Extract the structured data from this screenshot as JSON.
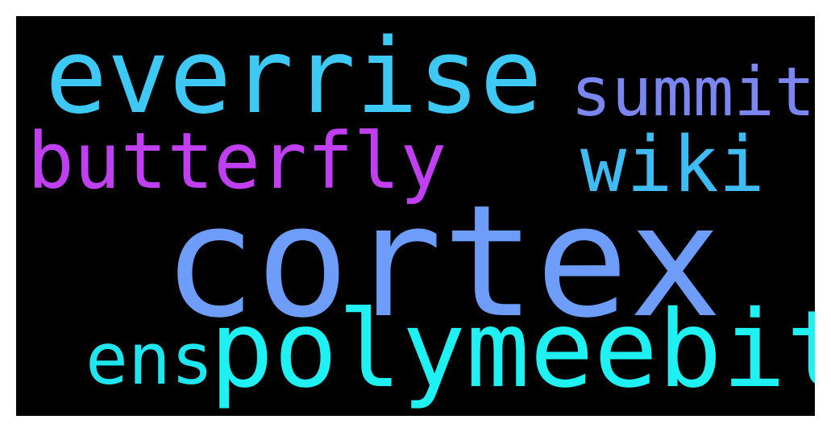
{
  "words": [
    {
      "key": "everrise",
      "text": "everrise",
      "color": "#3ec8f4"
    },
    {
      "key": "summit",
      "text": "summit",
      "color": "#7b86f0"
    },
    {
      "key": "butterfly",
      "text": "butterfly",
      "color": "#c03ff0"
    },
    {
      "key": "wiki",
      "text": "wiki",
      "color": "#3fbcf4"
    },
    {
      "key": "cortex",
      "text": "cortex",
      "color": "#6d9df8"
    },
    {
      "key": "ens",
      "text": "ens",
      "color": "#1fe6ee"
    },
    {
      "key": "polymeebit",
      "text": "polymeebit",
      "color": "#1ff0f2"
    }
  ],
  "colors": {
    "background": "#000000",
    "frame": "#ffffff"
  }
}
